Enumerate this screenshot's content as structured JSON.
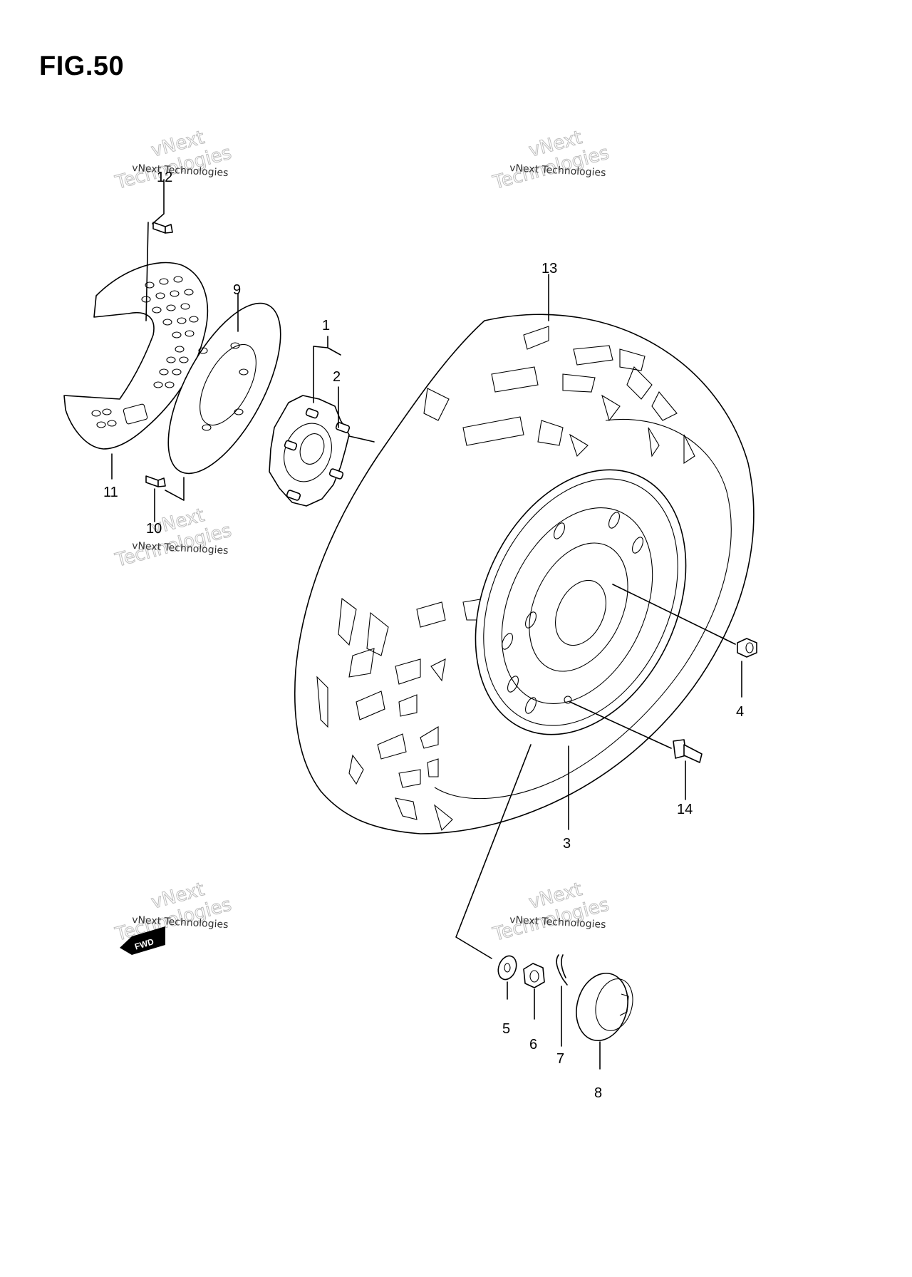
{
  "figure": {
    "title": "FIG.50"
  },
  "callouts": [
    "1",
    "2",
    "3",
    "4",
    "5",
    "6",
    "7",
    "8",
    "9",
    "10",
    "11",
    "12",
    "13",
    "14"
  ],
  "watermark": {
    "line1": "vNext Technologies",
    "line2": "vNext",
    "line3": "Technologies"
  },
  "fwd_label": "FWD"
}
